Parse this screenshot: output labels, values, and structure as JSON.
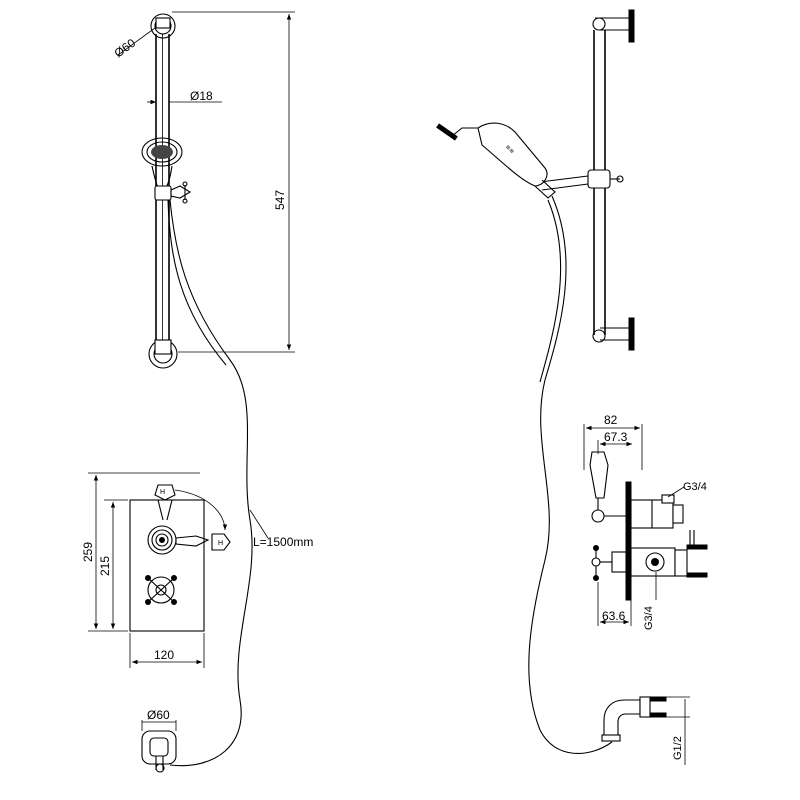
{
  "dimensions": {
    "top_bracket_diameter": "Ø60",
    "rail_diameter": "Ø18",
    "rail_length": "547",
    "hose_length": "L=1500mm",
    "plate_height": "259",
    "inner_plate_height": "215",
    "plate_width": "120",
    "outlet_diameter": "Ø60",
    "valve_depth": "82",
    "handle_depth": "67.3",
    "top_outlet_thread": "G3/4",
    "lower_depth": "63.6",
    "lower_inlet_thread": "G3/4",
    "elbow_thread": "G1/2"
  },
  "colors": {
    "line": "#000000",
    "background": "#ffffff"
  }
}
